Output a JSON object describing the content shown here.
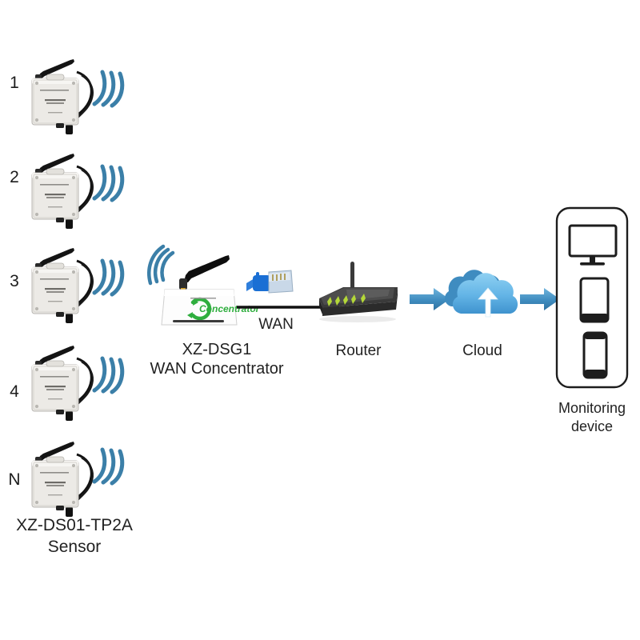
{
  "diagram": {
    "title": "LoRa wireless sensor network topology",
    "background": "#ffffff",
    "colors": {
      "arrow_blue": "#3f8cbf",
      "wifi_blue": "#3b7fa8",
      "cloud_light": "#6cb8e8",
      "cloud_dark": "#3f93ce",
      "concentrator_green": "#2fae3e",
      "router_body": "#2b2b2b",
      "led_green": "#b4d838",
      "ethernet_blue": "#1a6fd4",
      "device_outline": "#1d1d1d",
      "text": "#222222"
    }
  },
  "sensors": {
    "icon": "wireless-sensor-icon",
    "wifi_icon": "wifi-waves-icon",
    "items": [
      {
        "index_label": "1"
      },
      {
        "index_label": "2"
      },
      {
        "index_label": "3"
      },
      {
        "index_label": "4"
      },
      {
        "index_label": "N"
      }
    ],
    "caption_line1": "XZ-DS01-TP2A",
    "caption_line2": "Sensor"
  },
  "concentrator": {
    "icon": "wan-concentrator-icon",
    "wifi_icon": "wifi-waves-icon",
    "antenna_icon": "antenna-icon",
    "brand_text": "Concentrator",
    "logo_icon": "green-circular-arrow-icon",
    "caption_line1": "XZ-DSG1",
    "caption_line2": "WAN Concentrator"
  },
  "wan_link": {
    "icon": "rj45-ethernet-plug-icon",
    "label": "WAN"
  },
  "router": {
    "icon": "router-icon",
    "antenna_icon": "antenna-icon",
    "led_icon": "led-indicator-icon",
    "caption": "Router"
  },
  "cloud": {
    "icon": "cloud-icon",
    "upload_arrow_icon": "upload-arrow-icon",
    "caption": "Cloud"
  },
  "monitoring": {
    "panel_icon": "monitoring-devices-panel",
    "devices": [
      {
        "icon": "desktop-monitor-icon"
      },
      {
        "icon": "tablet-icon"
      },
      {
        "icon": "smartphone-icon"
      }
    ],
    "caption_line1": "Monitoring",
    "caption_line2": "device"
  },
  "arrows": [
    {
      "icon": "arrow-right-icon",
      "from": "router",
      "to": "cloud"
    },
    {
      "icon": "arrow-right-icon",
      "from": "cloud",
      "to": "monitoring-device"
    }
  ]
}
